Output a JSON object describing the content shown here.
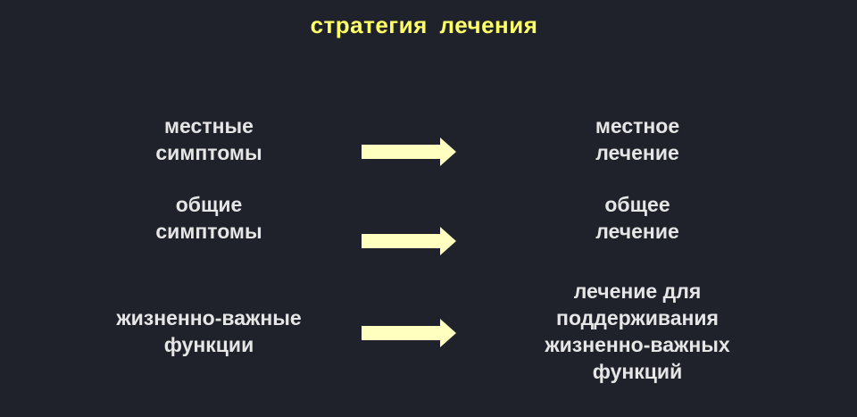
{
  "title": "стратегия лечения",
  "arrow_color": "#ffffc0",
  "title_color": "#ffff66",
  "text_color": "#e6e6e6",
  "background_color": "#1f212b",
  "rows": [
    {
      "left": [
        "местные",
        "симптомы"
      ],
      "right": [
        "местное",
        "лечение"
      ]
    },
    {
      "left": [
        "общие",
        "симптомы"
      ],
      "right": [
        "общее",
        "лечение"
      ]
    },
    {
      "left": [
        "жизненно-важные",
        "функции"
      ],
      "right": [
        "лечение для",
        "поддерживания",
        "жизненно-важных",
        "функций"
      ]
    }
  ]
}
